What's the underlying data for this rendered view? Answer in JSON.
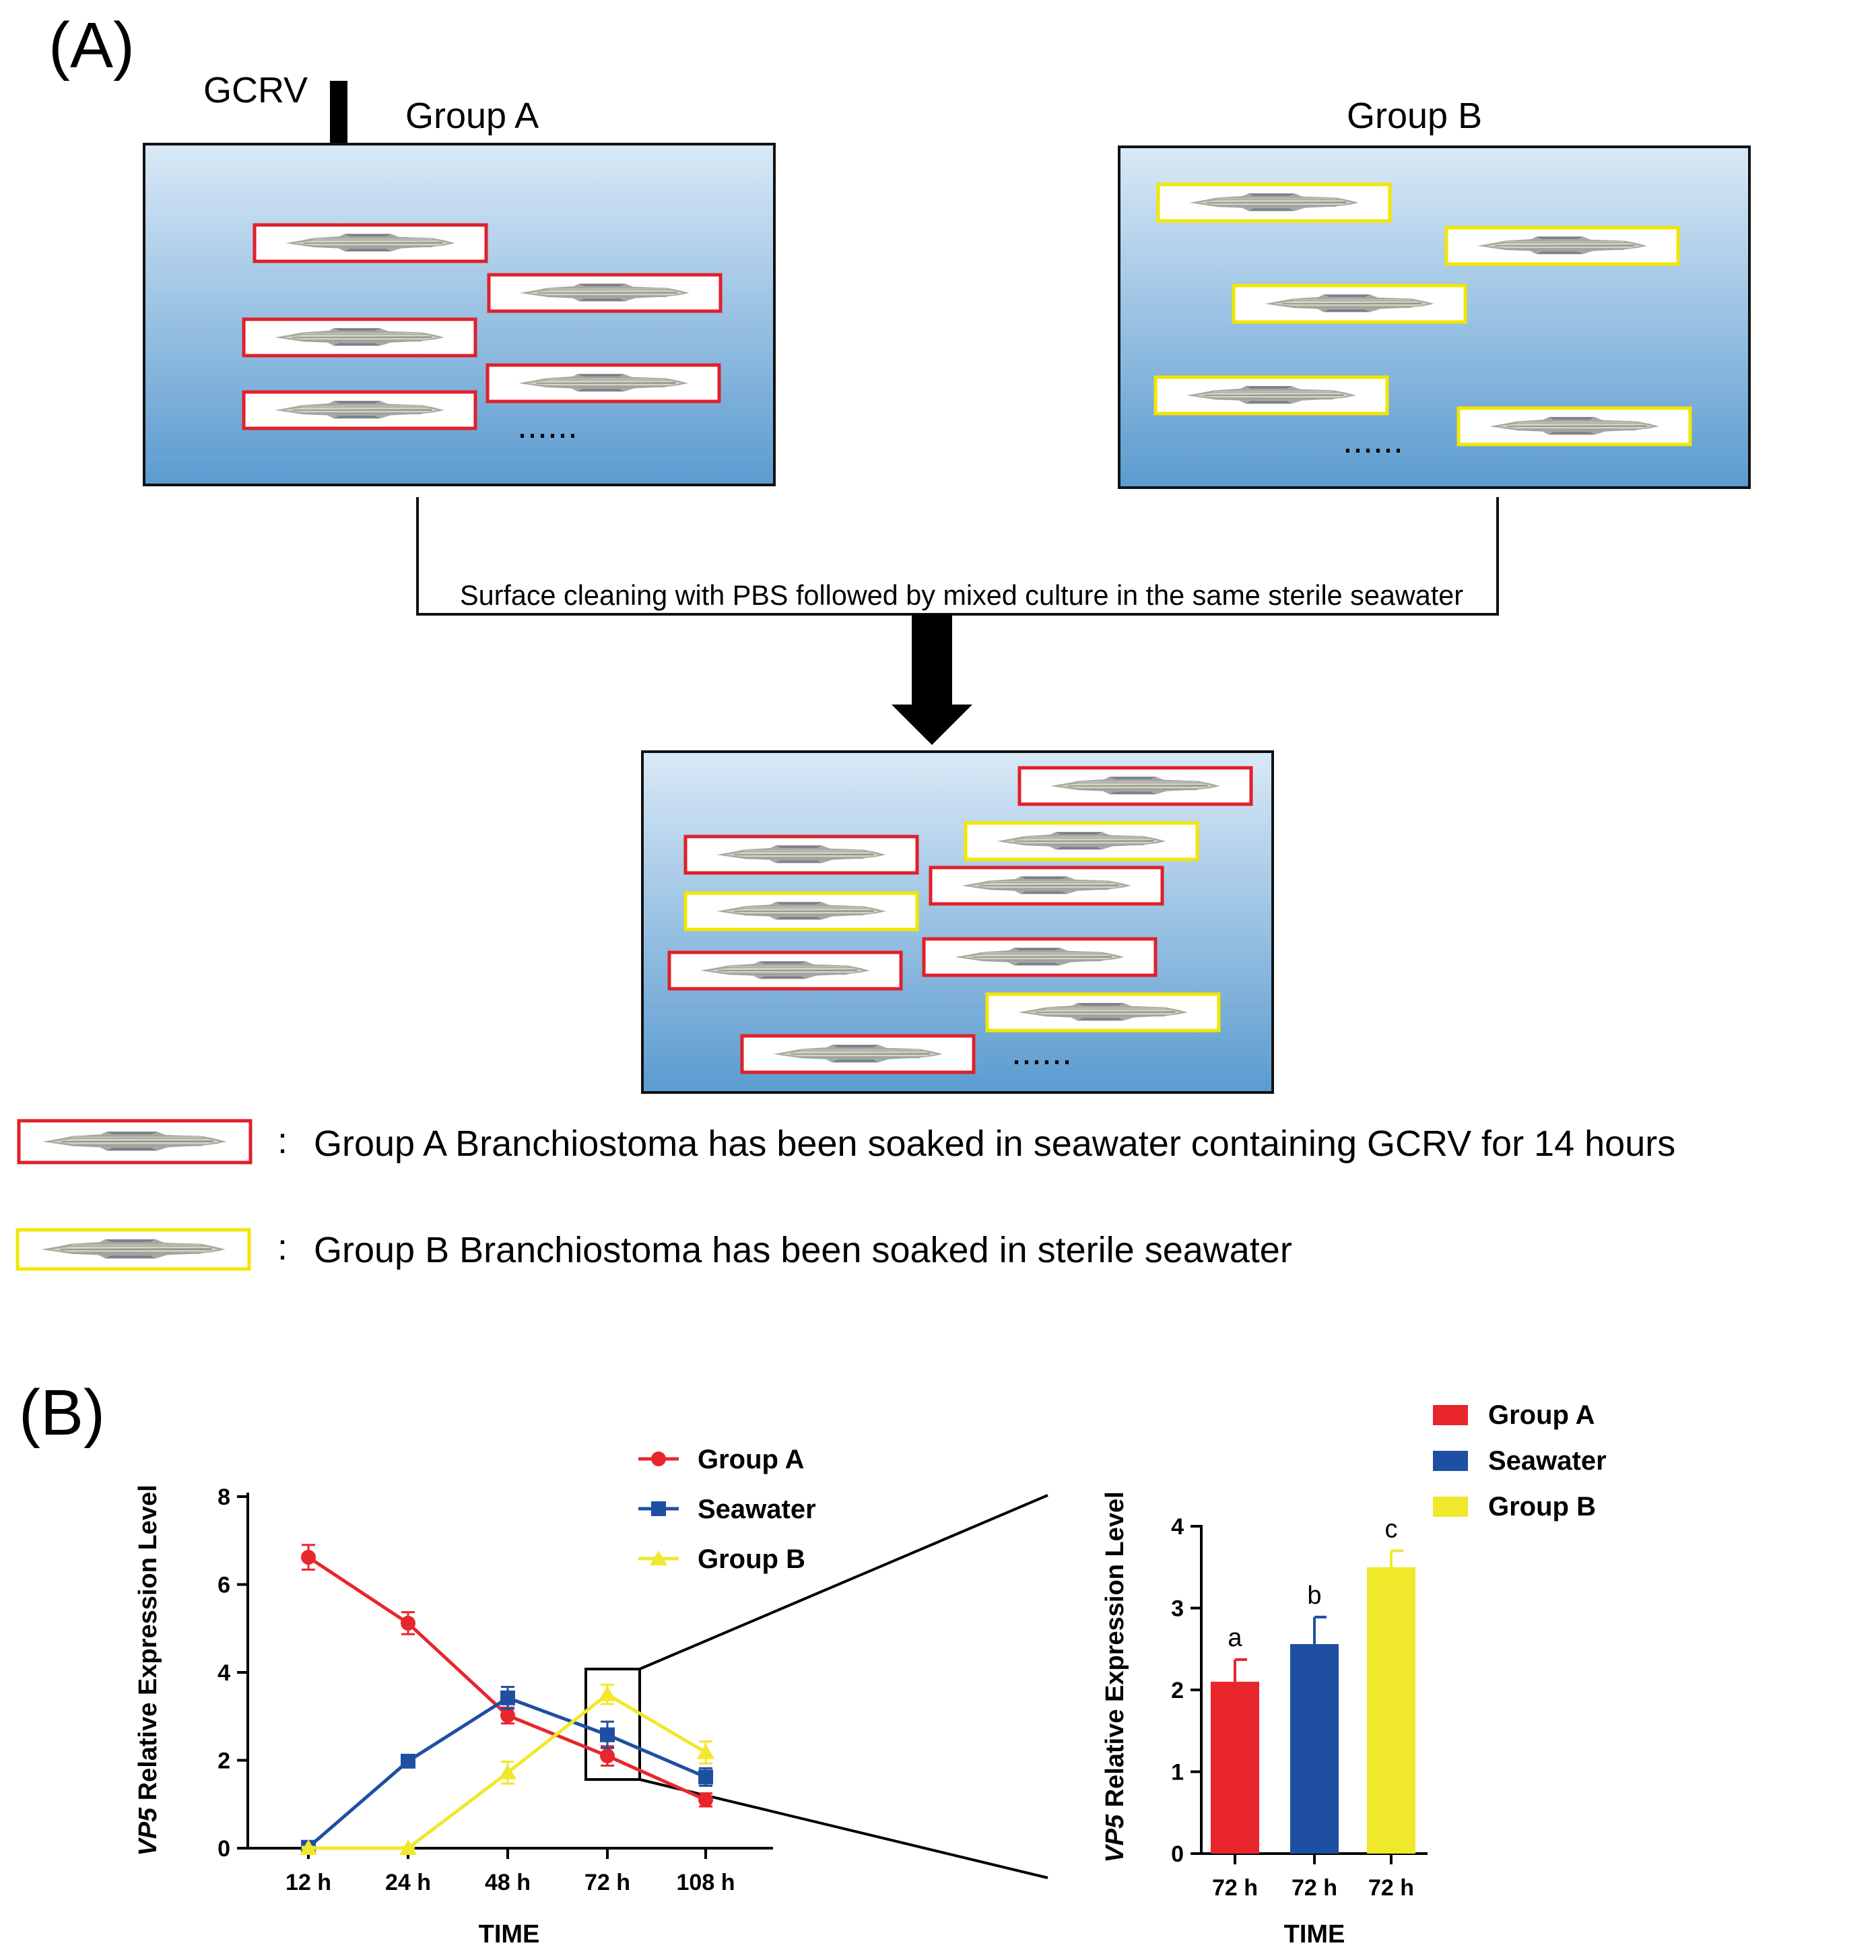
{
  "panel_a": {
    "label": "(A)",
    "virus_label": "GCRV",
    "group_a_title": "Group A",
    "group_b_title": "Group B",
    "process_text": "Surface cleaning with PBS followed by mixed culture in the same sterile seawater",
    "ellipsis": "......",
    "legend": [
      {
        "colon": ":",
        "text": "Group A Branchiostoma has been soaked in seawater containing GCRV for 14 hours",
        "border": "#e0202a"
      },
      {
        "colon": ":",
        "text": "Group B Branchiostoma has been soaked in sterile seawater",
        "border": "#f2e600"
      }
    ],
    "colors": {
      "group_a_border": "#e0202a",
      "group_b_border": "#f2e600",
      "tank_top": "#d9e9f6",
      "tank_bottom": "#5b9bd0"
    }
  },
  "panel_b": {
    "label": "(B)",
    "chart_data": [
      {
        "type": "line",
        "categories": [
          "12 h",
          "24 h",
          "48 h",
          "72 h",
          "108 h"
        ],
        "xlabel": "TIME",
        "ylabel_italic": "VP5",
        "ylabel_rest": " Relative Expression Level",
        "ylim": [
          0,
          8
        ],
        "yticks": [
          0,
          2,
          4,
          6,
          8
        ],
        "series": [
          {
            "name": "Group A",
            "marker": "circle",
            "color": "#e8262c",
            "values": [
              6.62,
              5.12,
              3.02,
              2.1,
              1.1
            ],
            "errors": [
              0.28,
              0.25,
              0.18,
              0.22,
              0.15
            ]
          },
          {
            "name": "Seawater",
            "marker": "square",
            "color": "#1f4fa3",
            "values": [
              0.02,
              1.98,
              3.42,
              2.58,
              1.62
            ],
            "errors": [
              0.05,
              0.12,
              0.25,
              0.3,
              0.2
            ]
          },
          {
            "name": "Group B",
            "marker": "triangle",
            "color": "#f0e82a",
            "values": [
              0.0,
              0.0,
              1.72,
              3.5,
              2.18
            ],
            "errors": [
              0.03,
              0.03,
              0.25,
              0.22,
              0.25
            ]
          }
        ]
      },
      {
        "type": "bar",
        "categories": [
          "72 h",
          "72 h",
          "72 h"
        ],
        "xlabel": "TIME",
        "ylabel_italic": "VP5",
        "ylabel_rest": " Relative Expression Level",
        "ylim": [
          0,
          4
        ],
        "yticks": [
          0,
          1,
          2,
          3,
          4
        ],
        "series": [
          {
            "name": "Group A",
            "color": "#e8262c",
            "value": 2.1,
            "error": 0.27,
            "sig": "a"
          },
          {
            "name": "Seawater",
            "color": "#1f4fa3",
            "value": 2.56,
            "error": 0.33,
            "sig": "b"
          },
          {
            "name": "Group B",
            "color": "#f0e82a",
            "value": 3.5,
            "error": 0.2,
            "sig": "c"
          }
        ]
      }
    ]
  }
}
